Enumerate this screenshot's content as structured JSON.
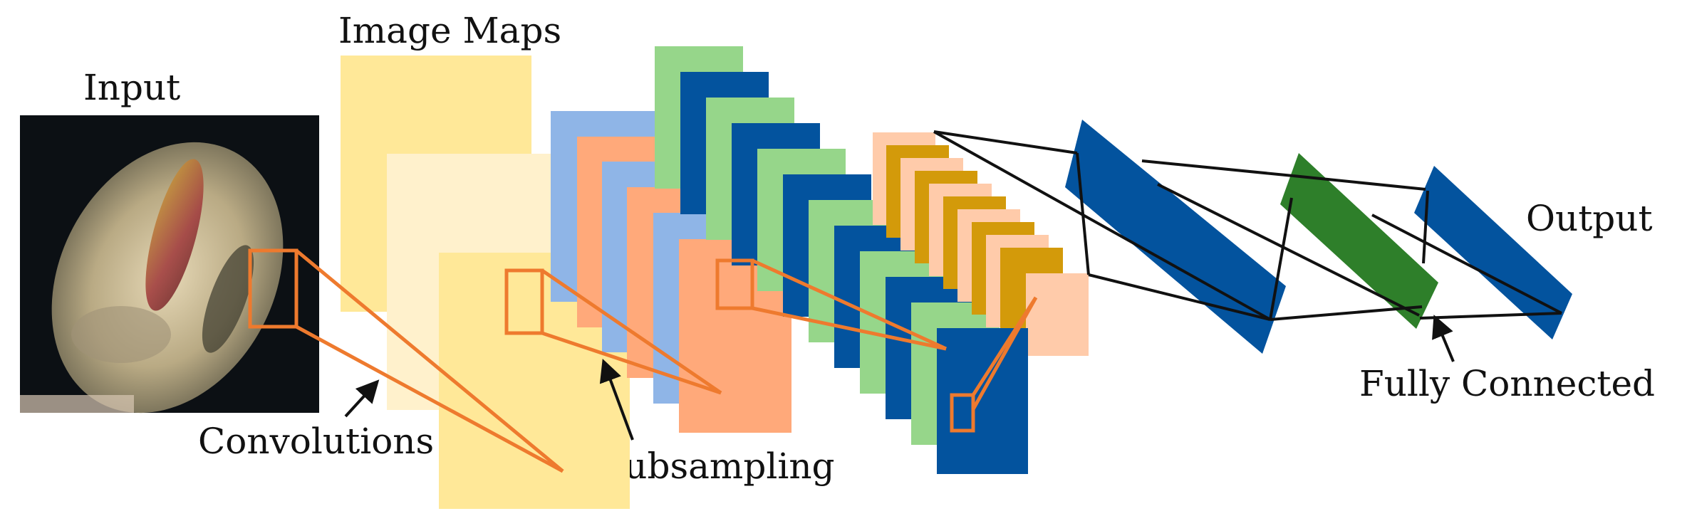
{
  "labels": {
    "input": "Input",
    "image_maps": "Image Maps",
    "convolutions": "Convolutions",
    "subsampling": "Subsampling",
    "output": "Output",
    "fully_connected": "Fully Connected"
  },
  "colors": {
    "yellow_light": "#ffe898",
    "yellow_pale": "#fff1cc",
    "green": "#96d68a",
    "blue_dark": "#03539e",
    "blue_light": "#8fb5e7",
    "salmon": "#ffa97a",
    "peach": "#ffcbaa",
    "gold": "#d39a0a",
    "dark_green": "#2e7f2a",
    "orange_line": "#ee7a2e",
    "black_line": "#111111"
  },
  "input_image": {
    "description_icon": "wound-photo-icon"
  }
}
